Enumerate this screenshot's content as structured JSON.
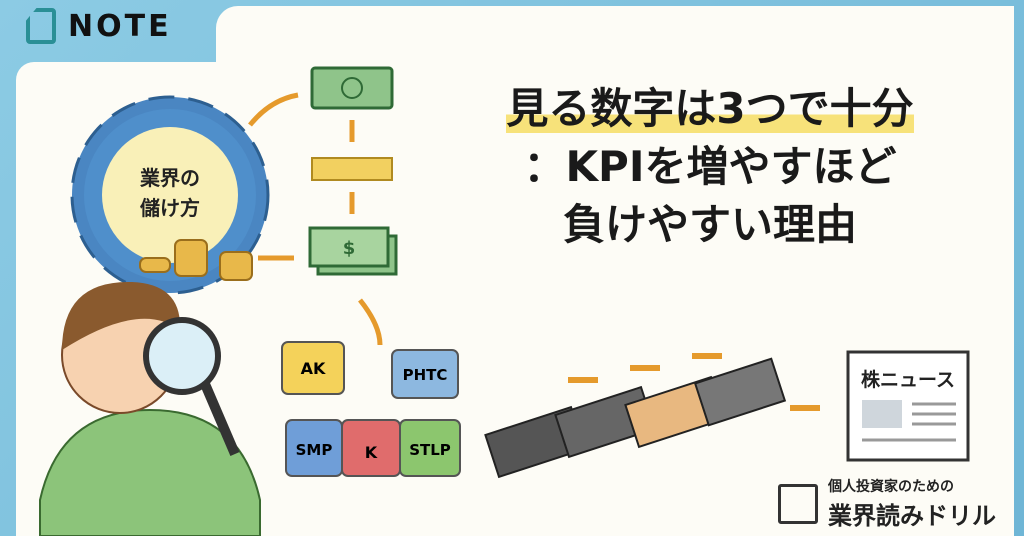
{
  "header": {
    "label": "NOTE"
  },
  "title": {
    "line1": "見る数字は3つで十分",
    "line2": "：KPIを増やすほど",
    "line3": "負けやすい理由"
  },
  "illustration": {
    "gear_label_1": "業界の",
    "gear_label_2": "儲け方",
    "bill_symbol": "$",
    "puzzle": [
      "AK",
      "PHTC",
      "SMP",
      "K",
      "STLP"
    ],
    "newspaper": "株ニュース"
  },
  "brand": {
    "subtitle": "個人投資家のための",
    "name": "業界読みドリル"
  },
  "colors": {
    "frame": "#7fc0dc",
    "card": "#fdfcf6",
    "highlight": "#f7e27a",
    "teal": "#2a8f96"
  }
}
